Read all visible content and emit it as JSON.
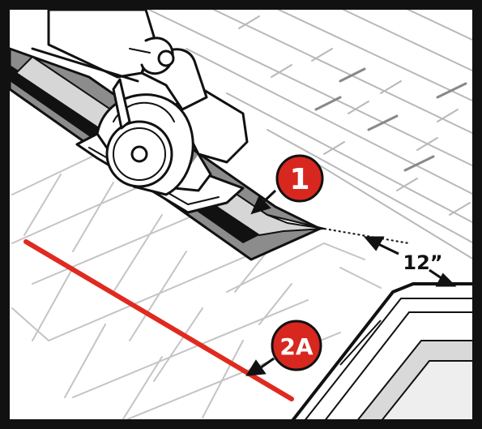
{
  "callouts": {
    "step1": "1",
    "step2a": "2A"
  },
  "dimension": {
    "label": "12”"
  },
  "colors": {
    "callout_fill": "#d8271e",
    "chalk_line": "#e02a1f",
    "outline": "#111111",
    "shingle_line": "#b8b8b8",
    "metal_flashing": "#8c8c8c"
  },
  "icons": {
    "saw": "circular-saw-icon",
    "hand": "hand-icon"
  }
}
